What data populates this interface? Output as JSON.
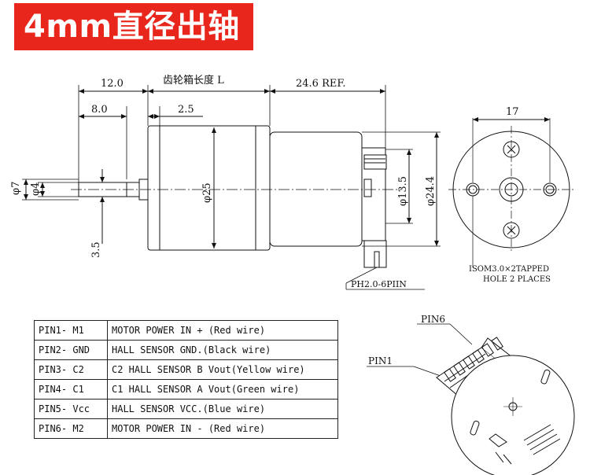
{
  "banner": {
    "title": "4mm直径出轴",
    "color": "#e8261b"
  },
  "dimensions": {
    "d12": "12.0",
    "gearbox_length": "齿轮箱长度  L",
    "d24_6": "24.6 REF.",
    "d8": "8.0",
    "d2_5": "2.5",
    "phi7": "φ7",
    "phi4": "φ4",
    "phi25": "φ25",
    "phi13_5": "φ13.5",
    "phi24_4": "φ24.4",
    "d3_5": "3.5",
    "d17": "17"
  },
  "labels": {
    "connector": "PH2.0-6PIIN",
    "iso_line1": "ISOM3.0×2TAPPED",
    "iso_line2": "HOLE 2 PLACES",
    "pin6": "PIN6",
    "pin1": "PIN1"
  },
  "pins": [
    {
      "pin": "PIN1- M1",
      "desc": "MOTOR POWER IN + (Red wire)"
    },
    {
      "pin": "PIN2- GND",
      "desc": "HALL SENSOR GND.(Black wire)"
    },
    {
      "pin": "PIN3- C2",
      "desc": "C2 HALL SENSOR B Vout(Yellow wire)"
    },
    {
      "pin": "PIN4- C1",
      "desc": "C1 HALL SENSOR A Vout(Green wire)"
    },
    {
      "pin": "PIN5- Vcc",
      "desc": "HALL SENSOR VCC.(Blue wire)"
    },
    {
      "pin": "PIN6- M2",
      "desc": "MOTOR POWER IN - (Red wire)"
    }
  ]
}
